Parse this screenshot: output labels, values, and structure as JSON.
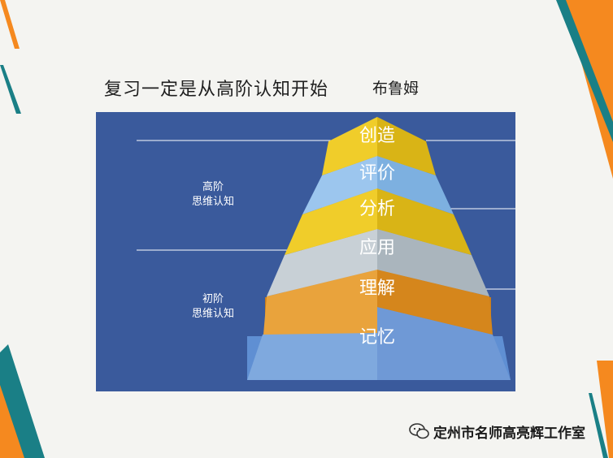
{
  "slide": {
    "title": "复习一定是从高阶认知开始",
    "author": "布鲁姆"
  },
  "labels": {
    "higher": [
      "高阶",
      "思维认知"
    ],
    "lower": [
      "初阶",
      "思维认知"
    ]
  },
  "pyramid": {
    "levels": [
      {
        "label": "创造",
        "color": "#e8c21a"
      },
      {
        "label": "评价",
        "color": "#8cbbe6"
      },
      {
        "label": "分析",
        "color": "#e8c21a"
      },
      {
        "label": "应用",
        "color": "#b9c4cc"
      },
      {
        "label": "理解",
        "color": "#e39a2c"
      },
      {
        "label": "记忆",
        "color": "#7fa9de"
      }
    ]
  },
  "footer": {
    "account": "定州市名师高亮辉工作室",
    "icon": "wechat-icon"
  },
  "colors": {
    "panel": "#3a5a9c",
    "accent_orange": "#f5891f",
    "accent_teal": "#1a7f86"
  }
}
